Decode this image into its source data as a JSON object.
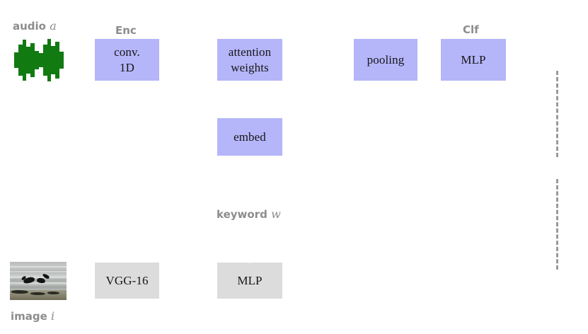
{
  "figure": {
    "title": "",
    "background_color": "#ffffff"
  },
  "colors": {
    "module_purple": "#b5b5fa",
    "module_gray": "#dcdcdc",
    "waveform_green": "#117a11",
    "caption_gray": "#8c8c8c",
    "dashed_gray": "#9a9a9a",
    "box_text": "#161616",
    "connector": "#ffffff"
  },
  "captions": {
    "encoder": "Enc",
    "classifier": "Clf"
  },
  "data_labels": {
    "audio": {
      "text": "audio",
      "symbol": "a"
    },
    "image": {
      "text": "image",
      "symbol": "i"
    },
    "keyword": {
      "text": "keyword",
      "symbol": "w"
    }
  },
  "modules": {
    "conv1d": {
      "label": "conv.\n1D",
      "line1": "conv.",
      "line2": "1D",
      "style": "purple"
    },
    "attention_weights": {
      "label": "attention\nweights",
      "line1": "attention",
      "line2": "weights",
      "style": "purple"
    },
    "pooling": {
      "label": "pooling",
      "style": "purple"
    },
    "mlp_top": {
      "label": "MLP",
      "style": "purple"
    },
    "embed": {
      "label": "embed",
      "style": "purple"
    },
    "vgg16": {
      "label": "VGG-16",
      "style": "gray"
    },
    "mlp_bottom": {
      "label": "MLP",
      "style": "gray"
    }
  },
  "waveform": {
    "icon": "audio-waveform-icon",
    "bar_heights": [
      22,
      44,
      58,
      38,
      48,
      26,
      20,
      44,
      60,
      40,
      52,
      24
    ]
  },
  "thumbnail": {
    "icon": "beach-photo-thumbnail",
    "description": "photo of two dark animals on a beach shoreline"
  },
  "separator": {
    "style": "dashed-vertical",
    "segments": 2
  }
}
